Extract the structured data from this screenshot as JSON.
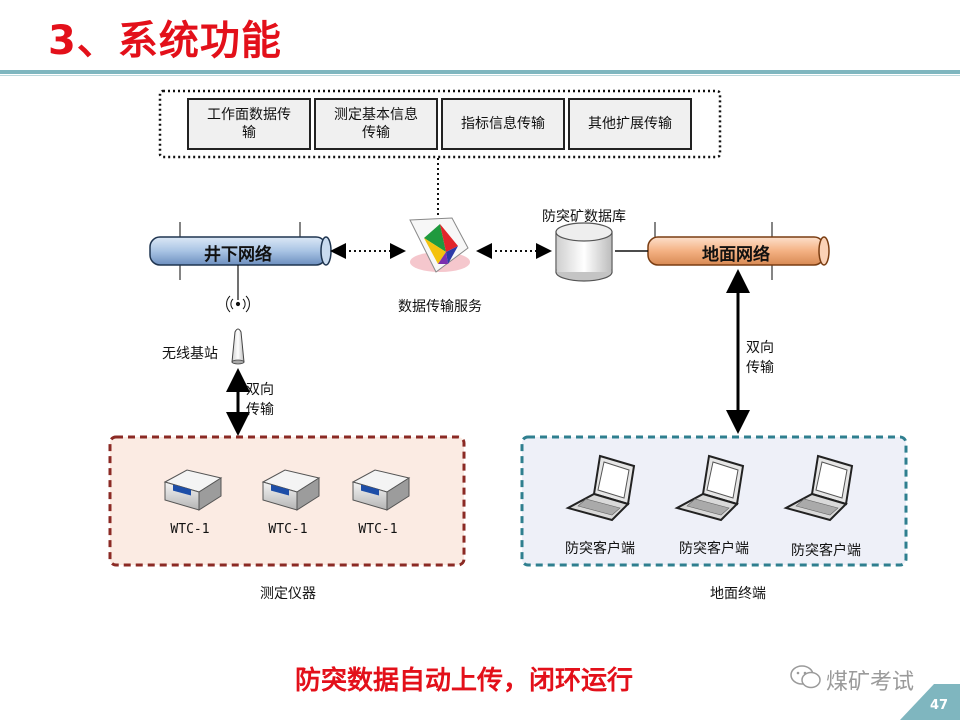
{
  "title": "3、系统功能",
  "top_boxes": [
    "工作面数据传\n输",
    "测定基本信息\n传输",
    "指标信息传输",
    "其他扩展传输"
  ],
  "networks": {
    "underground": "井下网络",
    "surface": "地面网络"
  },
  "service_label": "数据传输服务",
  "database_label": "防突矿数据库",
  "base_station_label": "无线基站",
  "bidirectional_left": "双向\n传输",
  "bidirectional_right": "双向\n传输",
  "instruments": {
    "device_labels": [
      "WTC-1",
      "WTC-1",
      "WTC-1"
    ],
    "group_label": "测定仪器"
  },
  "clients": {
    "labels": [
      "防突客户端",
      "防突客户端",
      "防突客户端"
    ],
    "group_label": "地面终端"
  },
  "bottom_text": "防突数据自动上传，闭环运行",
  "watermark": "煤矿考试",
  "page_number": "47",
  "colors": {
    "title_red": "#e3101a",
    "underground_pipe": "#a9c4e4",
    "surface_pipe": "#f4b183",
    "instrument_border": "#8b2a24",
    "instrument_fill": "#fbebe3",
    "terminal_border": "#2f7f8f",
    "terminal_fill": "#eef0f8"
  }
}
